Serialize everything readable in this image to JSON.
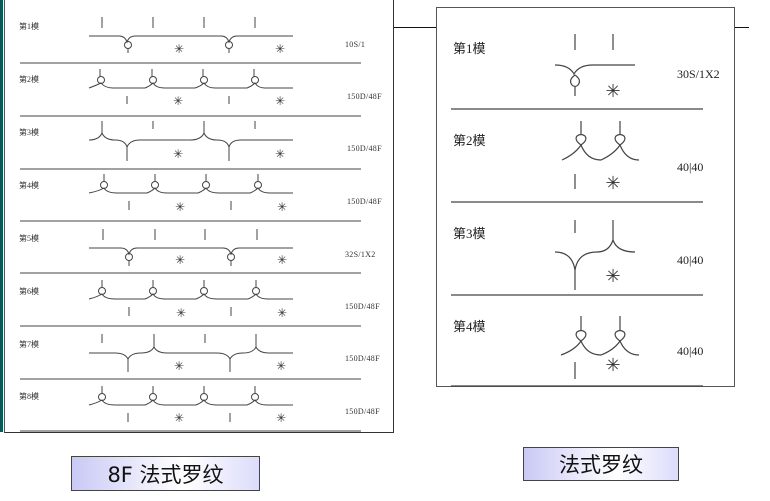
{
  "left_panel": {
    "title": "8F 法式罗纹",
    "rows": [
      {
        "label": "第1模",
        "yarn": "10S/1",
        "pattern": "tuck-up"
      },
      {
        "label": "第2模",
        "yarn": "150D/48F",
        "pattern": "tuck-down"
      },
      {
        "label": "第3模",
        "yarn": "150D/48F",
        "pattern": "knit-both"
      },
      {
        "label": "第4模",
        "yarn": "150D/48F",
        "pattern": "tuck-down"
      },
      {
        "label": "第5模",
        "yarn": "32S/1X2",
        "pattern": "tuck-up"
      },
      {
        "label": "第6模",
        "yarn": "150D/48F",
        "pattern": "tuck-down"
      },
      {
        "label": "第7模",
        "yarn": "150D/48F",
        "pattern": "knit-both"
      },
      {
        "label": "第8模",
        "yarn": "150D/48F",
        "pattern": "tuck-down"
      }
    ]
  },
  "right_panel": {
    "title": "法式罗纹",
    "rows": [
      {
        "label": "第1模",
        "yarn": "30S/1X2",
        "pattern": "tuck-up"
      },
      {
        "label": "第2模",
        "yarn": "40|40",
        "pattern": "tuck-down"
      },
      {
        "label": "第3模",
        "yarn": "40|40",
        "pattern": "knit-both"
      },
      {
        "label": "第4模",
        "yarn": "40|40",
        "pattern": "tuck-down"
      }
    ]
  },
  "colors": {
    "edge_strip": "#0c5a57",
    "caption_gradient_start": "#c9c9f5",
    "caption_gradient_end": "#ffffff"
  }
}
